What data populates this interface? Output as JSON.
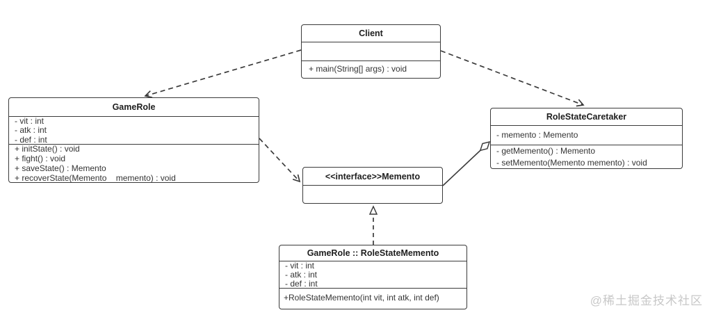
{
  "diagram": {
    "type": "uml-class-diagram",
    "pattern": "Memento"
  },
  "classes": {
    "client": {
      "title": "Client",
      "attributes": [],
      "methods": [
        "+ main(String[] args) : void"
      ]
    },
    "gameRole": {
      "title": "GameRole",
      "attributes": [
        "- vit : int",
        "- atk : int",
        "- def : int"
      ],
      "methods": [
        "+ initState() : void",
        "+ fight() : void",
        "+ saveState() : Memento",
        "+ recoverState(Memento    memento) : void"
      ]
    },
    "caretaker": {
      "title": "RoleStateCaretaker",
      "attributes": [
        "- memento : Memento"
      ],
      "methods": [
        "- getMemento() : Memento",
        "- setMemento(Memento memento) : void"
      ]
    },
    "memento": {
      "title": "<<interface>>Memento",
      "attributes": [],
      "methods": []
    },
    "roleStateMemento": {
      "title": "GameRole :: RoleStateMemento",
      "attributes": [
        "- vit : int",
        "- atk : int",
        "- def : int"
      ],
      "methods": [
        "+RoleStateMemento(int vit, int atk, int def)"
      ]
    }
  },
  "relationships": [
    {
      "from": "Client",
      "to": "GameRole",
      "type": "dependency"
    },
    {
      "from": "Client",
      "to": "RoleStateCaretaker",
      "type": "dependency"
    },
    {
      "from": "GameRole",
      "to": "Memento",
      "type": "dependency"
    },
    {
      "from": "RoleStateMemento",
      "to": "Memento",
      "type": "realization"
    },
    {
      "from": "RoleStateCaretaker",
      "to": "Memento",
      "type": "aggregation"
    }
  ],
  "colors": {
    "line": "#3b3b3b",
    "border": "#3a3a3a",
    "text": "#333333",
    "watermark": "#c8c8c8",
    "background": "#ffffff"
  },
  "watermark": "@稀土掘金技术社区"
}
